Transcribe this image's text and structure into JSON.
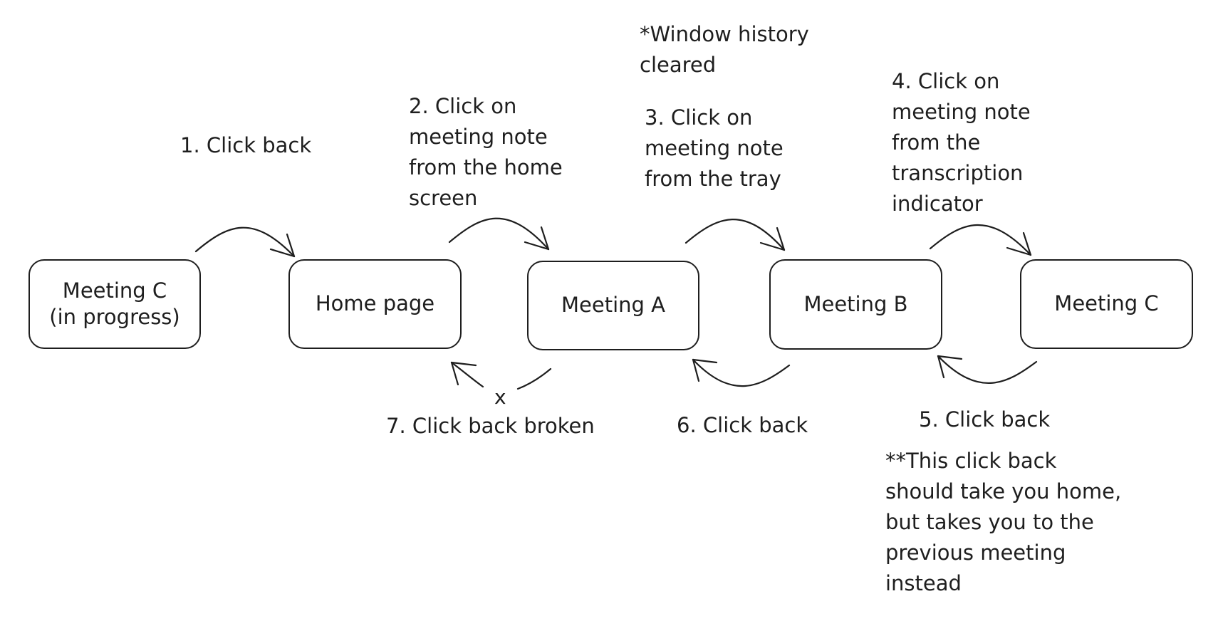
{
  "diagram": {
    "nodes": [
      {
        "id": "meeting-c-in-progress",
        "label": "Meeting C\n(in progress)"
      },
      {
        "id": "home-page",
        "label": "Home page"
      },
      {
        "id": "meeting-a",
        "label": "Meeting A"
      },
      {
        "id": "meeting-b",
        "label": "Meeting B"
      },
      {
        "id": "meeting-c",
        "label": "Meeting C"
      }
    ],
    "edge_labels": {
      "step1": "1. Click back",
      "step2": "2. Click on\nmeeting note\nfrom the home\nscreen",
      "step3": "3. Click on\nmeeting note\nfrom the tray",
      "step4": "4. Click on\nmeeting note\nfrom the\ntranscription\nindicator",
      "step5": "5. Click back",
      "step6": "6. Click back",
      "step7": "7. Click back broken"
    },
    "notes": {
      "window_history": "*Window history\ncleared",
      "click_back_note": "**This click back\nshould take you home,\nbut takes you to the\nprevious meeting\ninstead"
    },
    "broken_marker": "x"
  }
}
